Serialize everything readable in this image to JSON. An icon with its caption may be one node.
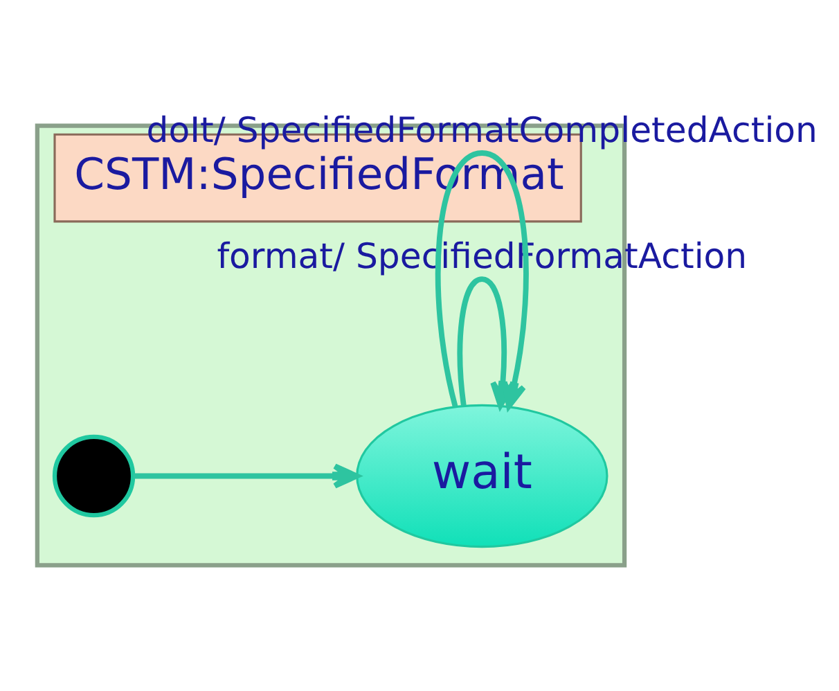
{
  "diagram": {
    "nodes": [
      {
        "text": [
          "CSTM:SpecifiedFormat"
        ]
      },
      {
        "text": [],
        "shape": "circle",
        "in": 0
      },
      {
        "text": [
          "wait"
        ],
        "in": 0
      }
    ],
    "edges": [
      {
        "from": 1,
        "to": 2,
        "arrow": "to"
      },
      {
        "from": 2,
        "to": 2,
        "arrow": "to",
        "label": "format/ SpecifiedFormatAction"
      },
      {
        "from": 2,
        "to": 2,
        "arrow": "to",
        "label": "doIt/ SpecifiedFormatCompletedAction"
      }
    ]
  }
}
